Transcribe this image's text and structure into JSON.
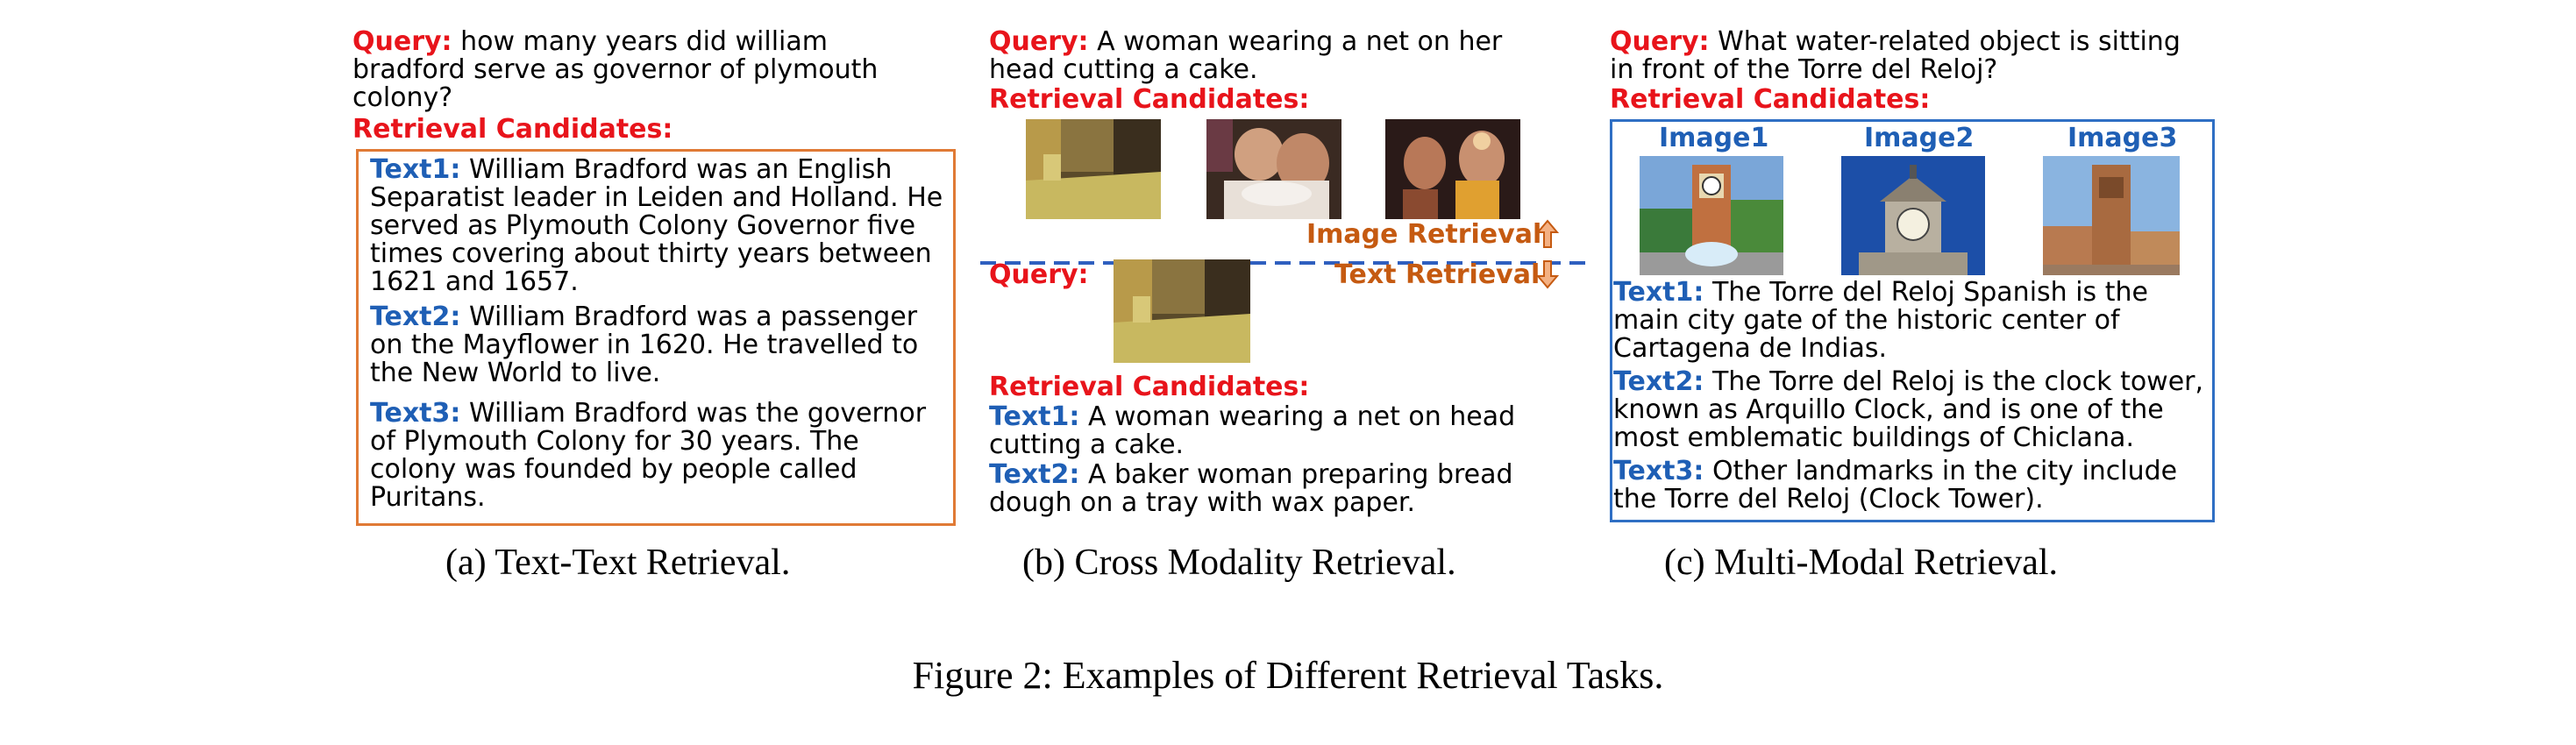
{
  "panel_a": {
    "query_label": "Query:",
    "query_text": "how many years did william bradford serve as governor of plymouth colony?",
    "candidates_label": "Retrieval Candidates:",
    "texts": [
      {
        "label": "Text1:",
        "body": "William Bradford was an English Separatist leader in Leiden and Holland. He served as Plymouth Colony Governor five times covering about thirty years between 1621 and 1657."
      },
      {
        "label": "Text2:",
        "body": "William Bradford was a passenger on the Mayflower in 1620. He travelled to the New World to live."
      },
      {
        "label": "Text3:",
        "body": "William Bradford was the governor of Plymouth Colony for 30 years. The colony was founded by people called Puritans."
      }
    ],
    "caption": "(a)  Text-Text Retrieval."
  },
  "panel_b": {
    "query_label": "Query:",
    "query_text": "A woman wearing a net on her head cutting a cake.",
    "candidates_label": "Retrieval Candidates:",
    "image_retrieval_label": "Image Retrieval",
    "text_retrieval_label": "Text Retrieval",
    "query2_label": "Query:",
    "candidates2_label": "Retrieval Candidates:",
    "texts": [
      {
        "label": "Text1:",
        "body": "A woman wearing a net on head cutting a cake."
      },
      {
        "label": "Text2:",
        "body": "A baker woman preparing bread dough on a tray with wax paper."
      }
    ],
    "caption": "(b)  Cross Modality Retrieval."
  },
  "panel_c": {
    "query_label": "Query:",
    "query_text": "What water-related object is sitting in front of the Torre del Reloj?",
    "candidates_label": "Retrieval Candidates:",
    "image_labels": [
      "Image1",
      "Image2",
      "Image3"
    ],
    "texts": [
      {
        "label": "Text1:",
        "body": "The Torre del Reloj Spanish is the main city gate of the historic center of Cartagena de Indias."
      },
      {
        "label": "Text2:",
        "body": "The Torre del Reloj is the clock tower, known as Arquillo Clock, and is one of the most emblematic buildings of Chiclana."
      },
      {
        "label": "Text3:",
        "body": "Other landmarks in the city include the Torre del Reloj (Clock Tower)."
      }
    ],
    "caption": "(c)  Multi-Modal Retrieval."
  },
  "figure_caption": "Figure 2: Examples of Different Retrieval Tasks.",
  "colors": {
    "query_red": "#e8141b",
    "text_label_blue": "#1f5fb5",
    "retrieval_orange": "#c55a11",
    "box_a_border": "#e07a35",
    "box_c_border": "#2f6fc4",
    "divider_blue": "#2f5fbf"
  }
}
